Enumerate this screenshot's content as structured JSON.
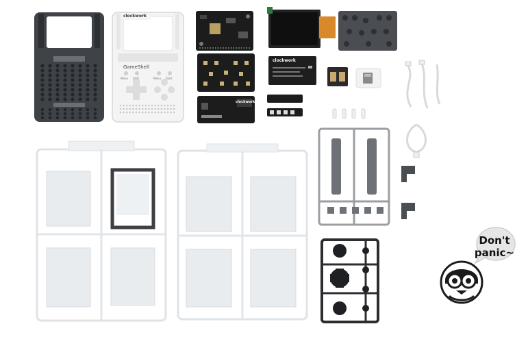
{
  "brand": "clockwork",
  "device_name": "GameShell",
  "front_buttons": {
    "left_pair": [
      "Menu",
      "Shift"
    ],
    "right_pair": [
      "Menu",
      "Start"
    ]
  },
  "mascot_bubble": {
    "line1": "Don't",
    "line2": "panic~"
  },
  "colors": {
    "dark_shell": "#3f4247",
    "white_shell": "#f4f4f4",
    "pcb": "#1c1c1c",
    "clear_plastic": "#e9ecef",
    "grey_sprue": "#8a8e93",
    "black_sprue": "#2b2d30"
  },
  "icons": {
    "mascot": "penguin-goggles-icon",
    "speech": "speech-bubble-icon"
  }
}
